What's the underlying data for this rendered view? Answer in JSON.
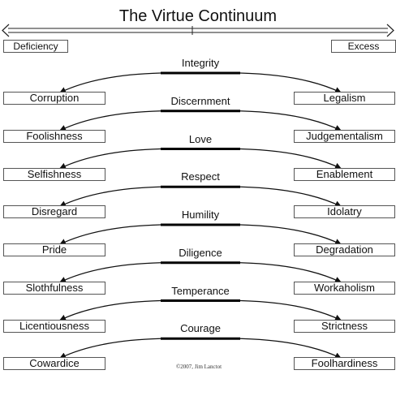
{
  "title": "The Virtue Continuum",
  "scale": {
    "left_label": "Deficiency",
    "right_label": "Excess"
  },
  "rows": [
    {
      "virtue": "Integrity",
      "deficiency": "Corruption",
      "excess": "Legalism"
    },
    {
      "virtue": "Discernment",
      "deficiency": "Foolishness",
      "excess": "Judgementalism"
    },
    {
      "virtue": "Love",
      "deficiency": "Selfishness",
      "excess": "Enablement"
    },
    {
      "virtue": "Respect",
      "deficiency": "Disregard",
      "excess": "Idolatry"
    },
    {
      "virtue": "Humility",
      "deficiency": "Pride",
      "excess": "Degradation"
    },
    {
      "virtue": "Diligence",
      "deficiency": "Slothfulness",
      "excess": "Workaholism"
    },
    {
      "virtue": "Temperance",
      "deficiency": "Licentiousness",
      "excess": "Strictness"
    },
    {
      "virtue": "Courage",
      "deficiency": "Cowardice",
      "excess": "Foolhardiness"
    }
  ],
  "credit": "©2007, Jim Lanctot"
}
